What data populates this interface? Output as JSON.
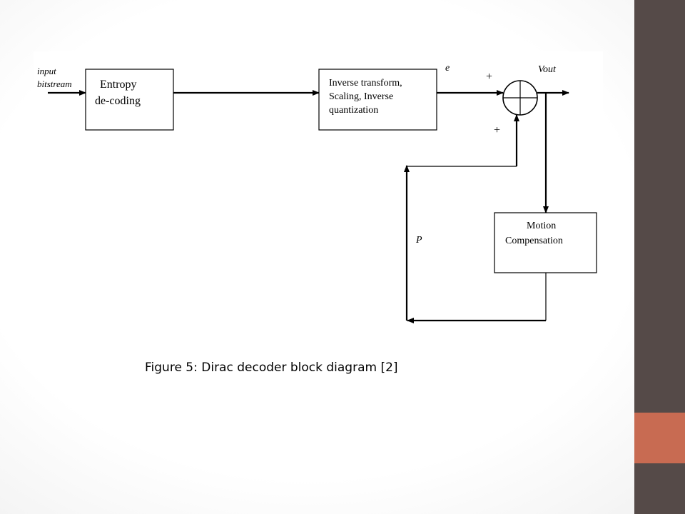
{
  "sidebar": {
    "colors": {
      "dark": "#554a48",
      "accent": "#c86b52"
    }
  },
  "diagram": {
    "input_label": [
      "input",
      "bitstream"
    ],
    "entropy_block": [
      "Entropy",
      "de-coding"
    ],
    "inverse_block": [
      "Inverse transform,",
      "Scaling, Inverse",
      "quantization"
    ],
    "error_label": "e",
    "output_label": "Vout",
    "plus_top": "+",
    "plus_bottom": "+",
    "prediction_label": "P",
    "motion_block": [
      "Motion",
      "Compensation"
    ]
  },
  "caption": "Figure 5: Dirac decoder block diagram [2]"
}
